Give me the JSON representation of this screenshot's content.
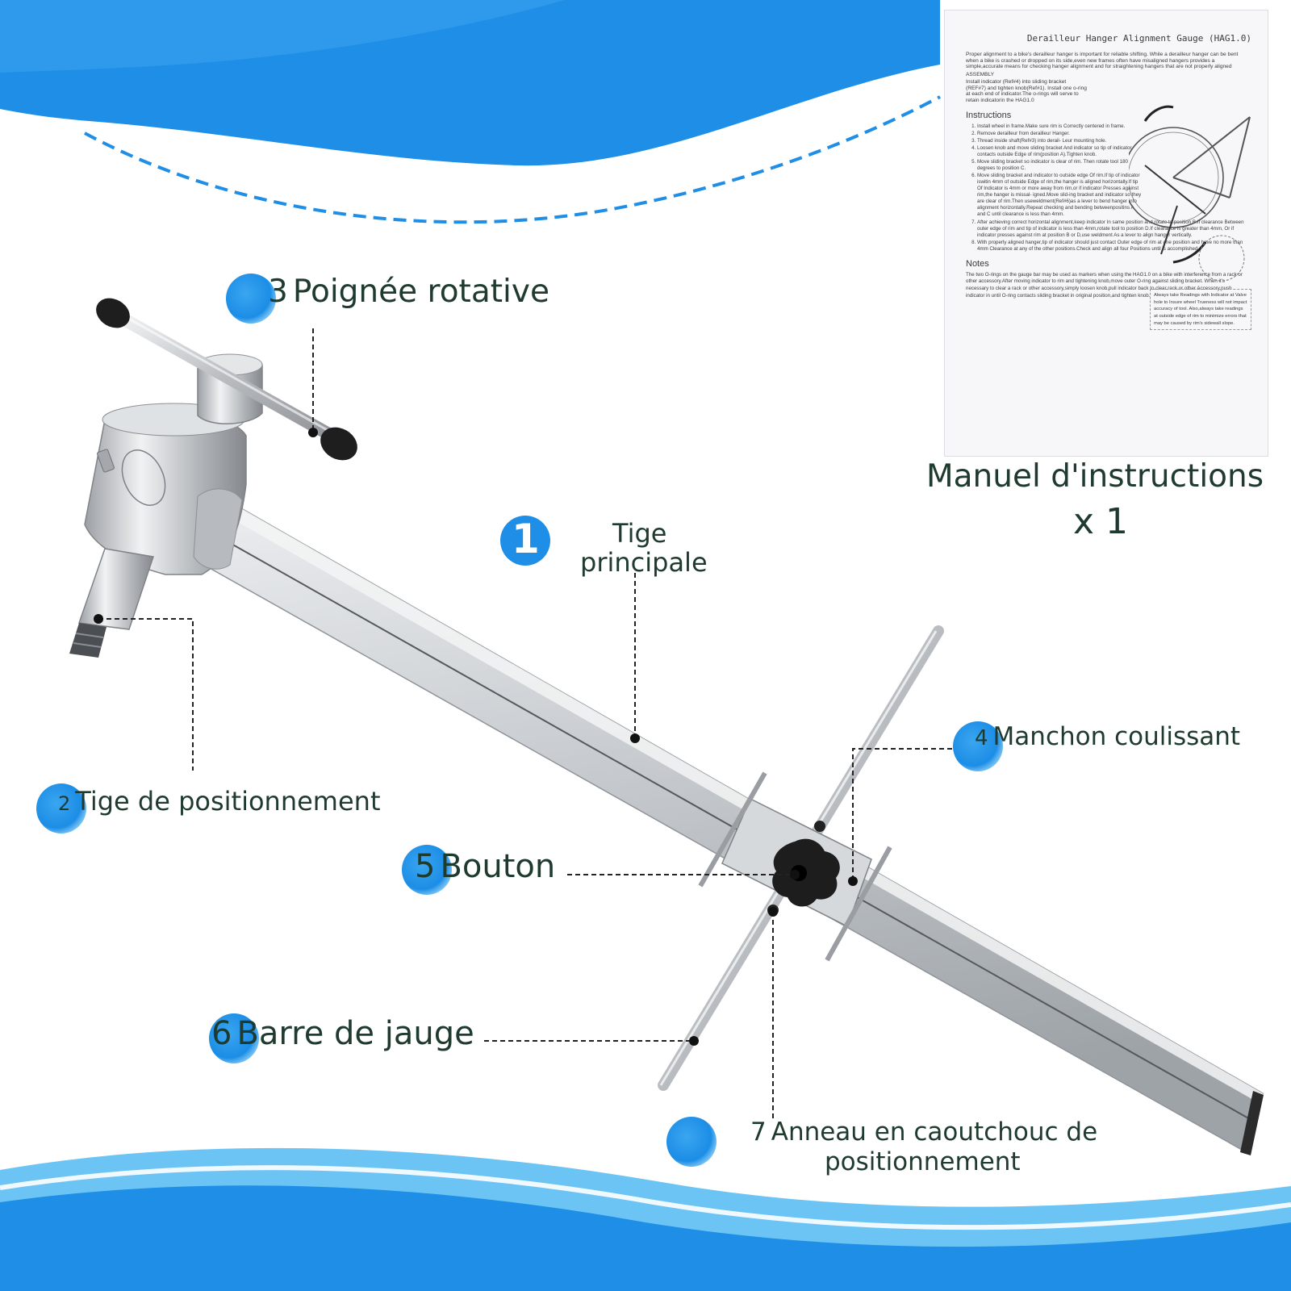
{
  "colors": {
    "accent_blue": "#1e8ee6",
    "light_blue": "#6cc4f4",
    "label_text": "#1f3a2e",
    "metal": "#c4c8cc"
  },
  "labels": {
    "poignee": {
      "number": "3",
      "text": "Poignée rotative"
    },
    "tige_principale": {
      "number": "1",
      "line1": "Tige",
      "line2": "principale"
    },
    "tige_positionnement": {
      "number": "2",
      "text": "Tige de positionnement"
    },
    "manchon": {
      "number": "4",
      "text": "Manchon coulissant"
    },
    "bouton": {
      "number": "5",
      "text": "Bouton"
    },
    "barre": {
      "number": "6",
      "text": "Barre de jauge"
    },
    "anneau": {
      "number": "7",
      "line1": "Anneau en caoutchouc de",
      "line2": "positionnement"
    }
  },
  "manual": {
    "caption_line1": "Manuel d'instructions",
    "caption_line2": "x 1",
    "title": "Derailleur Hanger Alignment Gauge (HAG1.0)",
    "intro": "Proper alignment to a bike's derailleur hanger is important for reliable shifting. While a derailleur hanger can be bent when a bike is crashed or dropped on its side,even new frames often have misaligned hangers provides a simple,accurate means for checking hanger alignment and for straightening hangers that are not properly aligned",
    "assembly_title": "ASSEMBLY",
    "assembly_text": "Install indicator (Ref#4) into sliding bracket (REF#7) and tighten knob(Ref#1). Install one o-ring at each end of indicator.The o-rings will serve to retain indicatorin the HAG1.0",
    "instructions_heading": "Instructions",
    "steps": [
      "Install wheel in frame.Make sure rim is Correctly centered in frame.",
      "Remove derailleur from derailleur Hanger.",
      "Thread inside shaft(Ref#3) into derail- Leur mounting hole.",
      "Loosen knob and move sliding bracket And indicator so tip of indicator contacts outside Edge of rim(position A).Tighten knob.",
      "Move sliding bracket so indicator is clear of rim. Then rotate tool 180 degrees to position C.",
      "Move sliding bracket and indicator to outside edge Of rim.If tip of indicator iswitin 4mm of outside Edge of rim,the hanger is aligned horizontally.If tip Of Indicator is 4mm or more away from rim,or if indicator Presses against rim,the hanger is missal- igned.Move slid-ing bracket and indicator so they are clear of rim.Then useweldment(Ref#6)as a lever to bend hanger into alignment horizontally.Repeat checking and bending betweenpositins A and C until clearance is less than 4mm.",
      "After achieving correct horizontal alignment,keep indicator In same position and rotate to position B.If clearance Between outer edge of rim and tip of indicator is less than 4mm,rotate tool to position D.If clearance is greater than 4mm, Or if indicator presses against rim at position B or D,use weldment As a lever to align hanger vertically.",
      "With properly aligned hanger,tip of indicator should just contact Outer edge of rim at one position and have no more than 4mm Clearance at any of the other positions.Check and align all four Positions until is accomplished."
    ],
    "side_note": "Always take Readings with Indicator at Valve hole to Insure wheel Trueness will not impact accuracy of tool. Also,always take readings at outside edge of rim to minimize errors that may be caused by rim's sidewall slope.",
    "notes_heading": "Notes",
    "notes_text": "The two O-rings on the gauge bar may be used as markers when using the HAG1.0 on a bike with interference from a rack or other accessory.After moving indicator to rim and tightening knob,move outer O-ring against sliding bracket. When it's necessary to clear a rack or other accessory,simply loosen knob,pull indicator back to clear rack or other Accessory,push indicator in until O-ring contacts sliding bracket in original position,and tighten knob."
  }
}
